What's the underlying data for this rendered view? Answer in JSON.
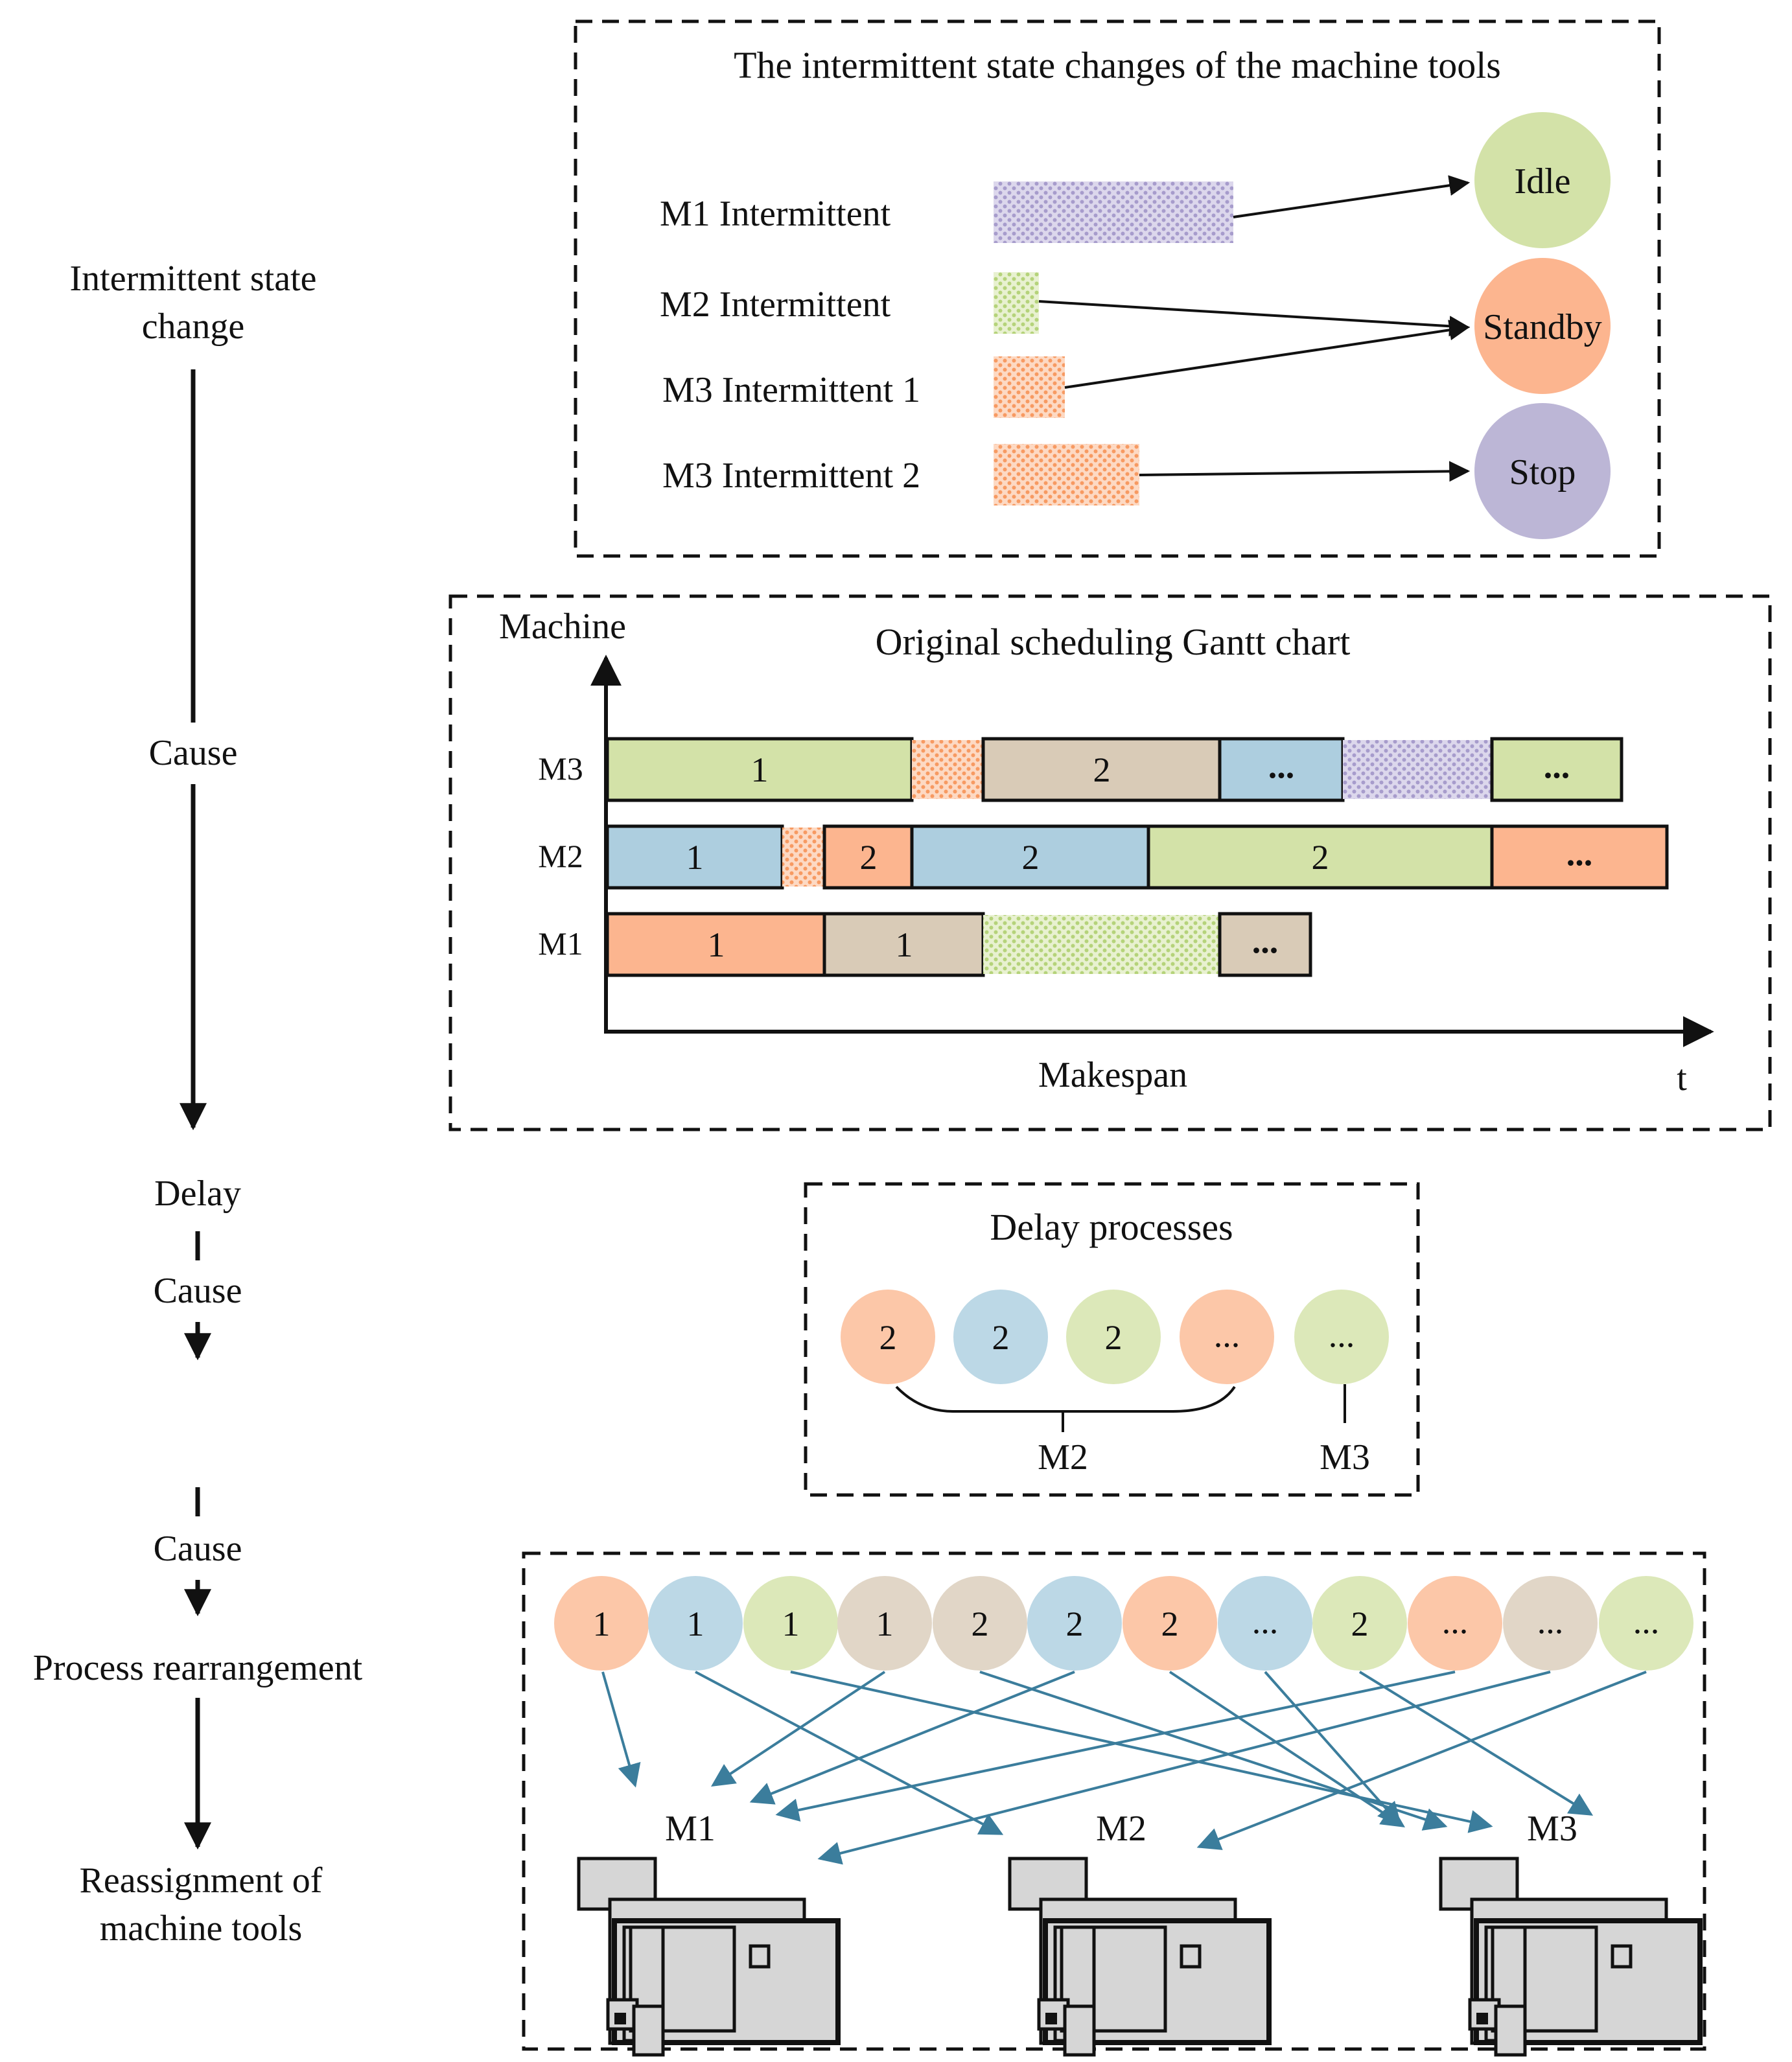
{
  "colors": {
    "green": "#d3e2a8",
    "orange": "#fcb58f",
    "blue": "#adcedf",
    "tan": "#d9cbb7",
    "purple": "#bcb6d6",
    "dots_purple": "#a79ccc",
    "dots_green": "#b5d37a",
    "dots_orange": "#f79a62",
    "arrow_blue": "#3b7d9c",
    "line": "#111111"
  },
  "flow": {
    "step1": [
      "Intermittent state",
      "change"
    ],
    "cause1": "Cause",
    "step2": "Delay",
    "cause2": "Cause",
    "cause3": "Cause",
    "step3": "Process rearrangement",
    "step4": [
      "Reassignment of",
      "machine tools"
    ]
  },
  "state_panel": {
    "title": "The intermittent state changes of the machine tools",
    "rows": [
      {
        "label": "M1 Intermittent",
        "pattern": "purple",
        "state": "Idle"
      },
      {
        "label": "M2 Intermittent",
        "pattern": "green",
        "state": "Standby"
      },
      {
        "label": "M3 Intermittent 1",
        "pattern": "orange",
        "state": "Standby"
      },
      {
        "label": "M3 Intermittent 2",
        "pattern": "orange",
        "state": "Stop"
      }
    ],
    "states": [
      {
        "name": "Idle",
        "color": "green"
      },
      {
        "name": "Standby",
        "color": "orange"
      },
      {
        "name": "Stop",
        "color": "purple"
      }
    ]
  },
  "gantt": {
    "title": "Original scheduling Gantt chart",
    "y_axis_label": "Machine",
    "x_axis_label": "Makespan",
    "x_end_label": "t",
    "rows": [
      {
        "machine": "M3",
        "blocks": [
          {
            "label": "1",
            "color": "green"
          },
          {
            "label": "",
            "color": "dots_orange"
          },
          {
            "label": "2",
            "color": "tan"
          },
          {
            "label": "...",
            "color": "blue"
          },
          {
            "label": "",
            "color": "dots_purple"
          },
          {
            "label": "...",
            "color": "green"
          }
        ]
      },
      {
        "machine": "M2",
        "blocks": [
          {
            "label": "1",
            "color": "blue"
          },
          {
            "label": "",
            "color": "dots_orange"
          },
          {
            "label": "2",
            "color": "orange"
          },
          {
            "label": "2",
            "color": "blue"
          },
          {
            "label": "2",
            "color": "green"
          },
          {
            "label": "...",
            "color": "orange"
          }
        ]
      },
      {
        "machine": "M1",
        "blocks": [
          {
            "label": "1",
            "color": "orange"
          },
          {
            "label": "1",
            "color": "tan"
          },
          {
            "label": "",
            "color": "dots_green"
          },
          {
            "label": "...",
            "color": "tan"
          }
        ]
      }
    ]
  },
  "delay_panel": {
    "title": "Delay processes",
    "circles": [
      {
        "label": "2",
        "color": "orange"
      },
      {
        "label": "2",
        "color": "blue"
      },
      {
        "label": "2",
        "color": "green"
      },
      {
        "label": "...",
        "color": "orange"
      },
      {
        "label": "...",
        "color": "green"
      }
    ],
    "group_labels": [
      "M2",
      "M3"
    ]
  },
  "reassign_panel": {
    "circles": [
      {
        "label": "1",
        "color": "orange"
      },
      {
        "label": "1",
        "color": "blue"
      },
      {
        "label": "1",
        "color": "green"
      },
      {
        "label": "1",
        "color": "tan"
      },
      {
        "label": "2",
        "color": "tan"
      },
      {
        "label": "2",
        "color": "blue"
      },
      {
        "label": "2",
        "color": "orange"
      },
      {
        "label": "...",
        "color": "blue"
      },
      {
        "label": "2",
        "color": "green"
      },
      {
        "label": "...",
        "color": "orange"
      },
      {
        "label": "...",
        "color": "tan"
      },
      {
        "label": "...",
        "color": "green"
      }
    ],
    "machines": [
      "M1",
      "M2",
      "M3"
    ]
  }
}
